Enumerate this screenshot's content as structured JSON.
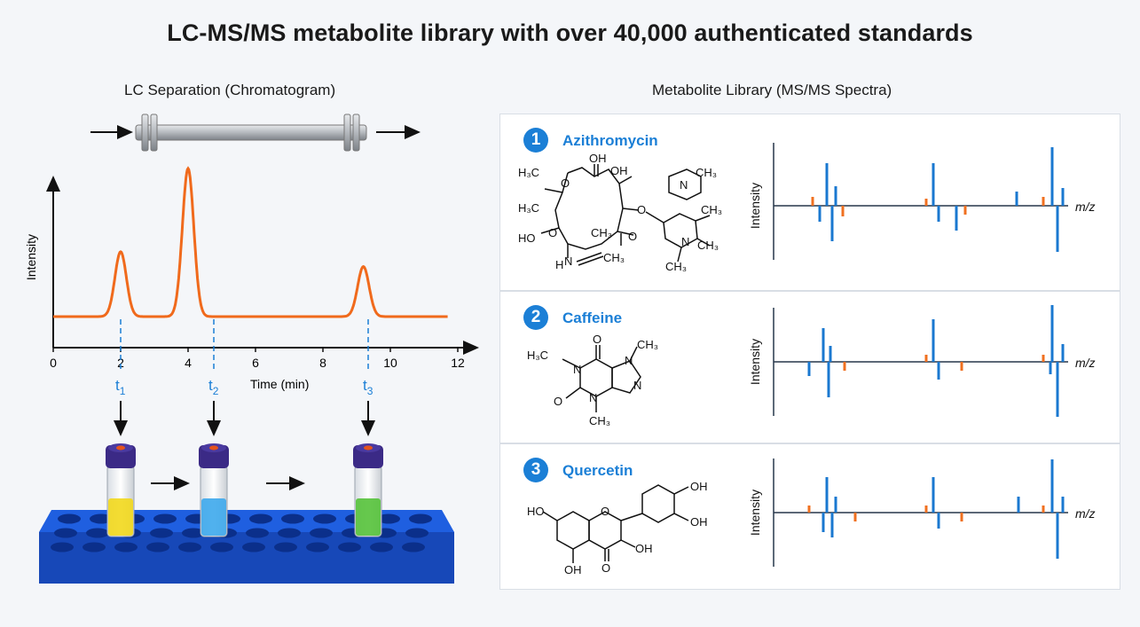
{
  "title": "LC-MS/MS metabolite library with over 40,000 authenticated standards",
  "lc_panel": {
    "title": "LC Separation (Chromatogram)",
    "y_label": "Intensity",
    "x_label": "Time (min)",
    "x_ticks": [
      "0",
      "2",
      "4",
      "6",
      "8",
      "10",
      "12"
    ],
    "time_markers": [
      {
        "base": "t",
        "sub": "1"
      },
      {
        "base": "t",
        "sub": "2"
      },
      {
        "base": "t",
        "sub": "3"
      }
    ],
    "vial_colors": [
      "#f2d81c",
      "#3da9ec",
      "#55c23a"
    ],
    "rack_color": "#1f5fe0",
    "peak_color": "#f06a1c"
  },
  "chart_data": {
    "type": "line",
    "title": "LC Separation (Chromatogram)",
    "xlabel": "Time (min)",
    "ylabel": "Intensity",
    "xlim": [
      0,
      12
    ],
    "baseline": 0.2,
    "peaks": [
      {
        "time": 2.0,
        "height": 0.55
      },
      {
        "time": 4.0,
        "height": 1.0
      },
      {
        "time": 9.2,
        "height": 0.47
      }
    ]
  },
  "library": {
    "title": "Metabolite Library (MS/MS Spectra)",
    "axis_y": "Intensity",
    "axis_x": "m/z",
    "entries": [
      {
        "num": "1",
        "name": "Azithromycin"
      },
      {
        "num": "2",
        "name": "Caffeine"
      },
      {
        "num": "3",
        "name": "Quercetin"
      }
    ]
  },
  "molecules": {
    "azithromycin": [
      "H₃C",
      "O",
      "OH",
      "OH",
      "N",
      "CH₃",
      "H₃C",
      "O",
      "O",
      "CH₃",
      "HO",
      "O",
      "CH₃",
      "N",
      "CH₃",
      "H",
      "N",
      "CH₃",
      "CH₃"
    ],
    "caffeine": [
      "H₃C",
      "N",
      "O",
      "N",
      "CH₃",
      "N",
      "O",
      "N",
      "CH₃"
    ],
    "quercetin": [
      "HO",
      "O",
      "OH",
      "OH",
      "OH",
      "OH",
      "O"
    ]
  },
  "spectra_colors": {
    "blue": "#1a78d0",
    "orange": "#f07020"
  }
}
